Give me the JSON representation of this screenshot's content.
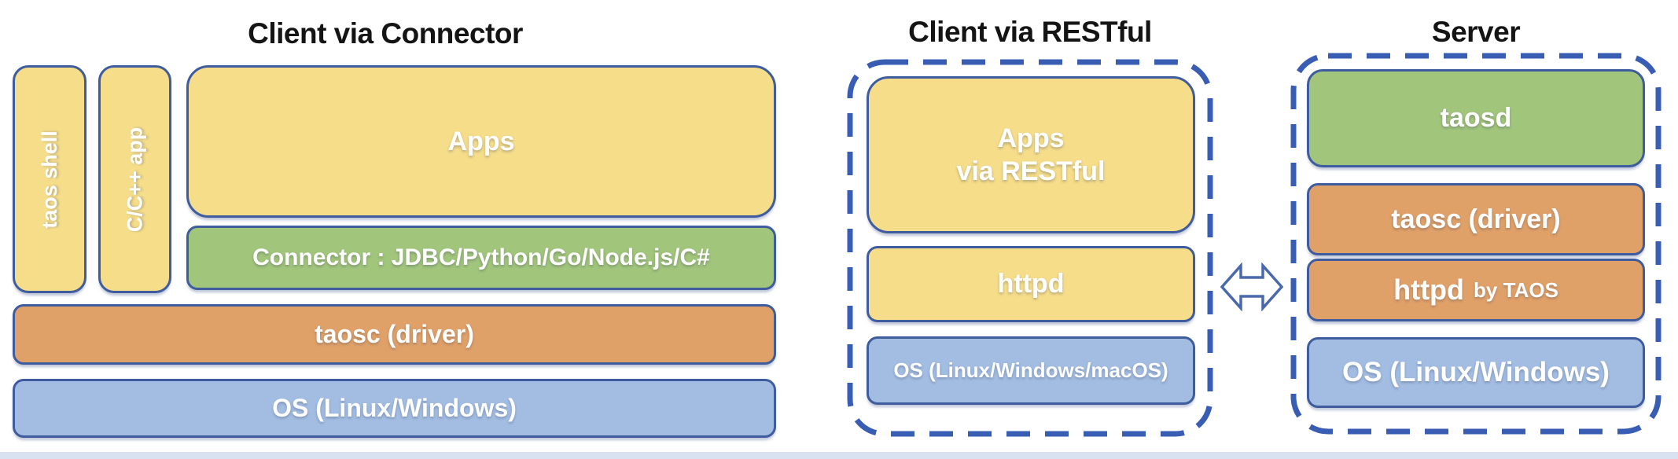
{
  "colors": {
    "yellow": "#f5dd8a",
    "green": "#a2c57c",
    "orange": "#e0a169",
    "blue": "#a3bde2",
    "border": "#3e5c9e",
    "dash": "#3a5db4",
    "box_text": "#ffffff",
    "title_text": "#141414",
    "footer_strip": "#d8e2f0"
  },
  "sections": {
    "connector": {
      "title": "Client via Connector",
      "taos_shell": "taos shell",
      "cpp_app": "C/C++ app",
      "apps": "Apps",
      "connector_bar": "Connector : JDBC/Python/Go/Node.js/C#",
      "taosc": "taosc (driver)",
      "os": "OS (Linux/Windows)"
    },
    "restful": {
      "title": "Client via RESTful",
      "apps_line1": "Apps",
      "apps_line2": "via RESTful",
      "httpd": "httpd",
      "os": "OS (Linux/Windows/macOS)"
    },
    "server": {
      "title": "Server",
      "taosd": "taosd",
      "taosc": "taosc (driver)",
      "httpd_main": "httpd",
      "httpd_suffix": "by TAOS",
      "os": "OS (Linux/Windows)"
    },
    "link": {
      "icon": "left-right-arrow"
    }
  }
}
